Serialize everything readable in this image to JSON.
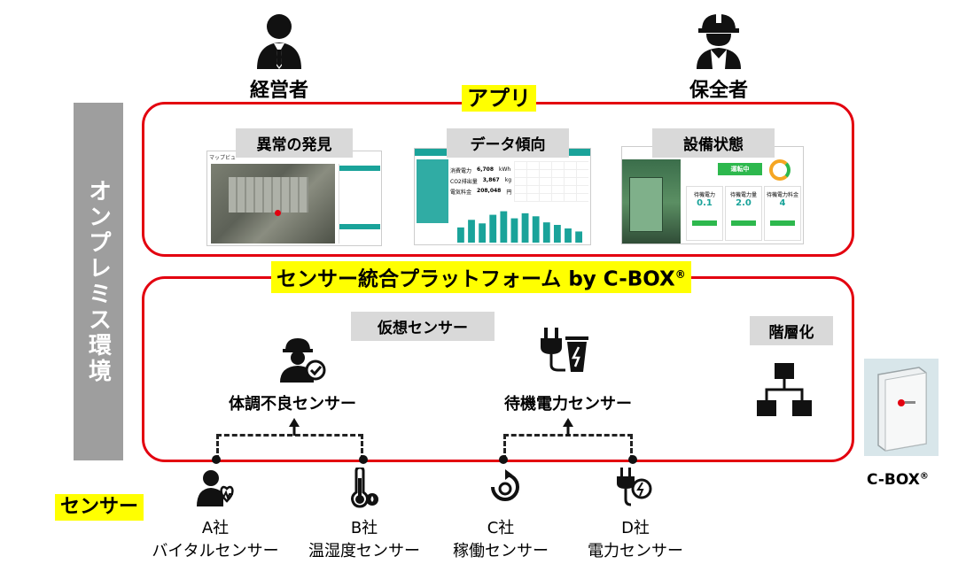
{
  "roles": {
    "executive": "経営者",
    "maintenance": "保全者"
  },
  "side_label": "オンプレミス環境",
  "app": {
    "title": "アプリ",
    "features": [
      "異常の発見",
      "データ傾向",
      "設備状態"
    ],
    "shot1": {
      "title": "マップビュー"
    },
    "shot2": {
      "rows": [
        {
          "label": "消費電力",
          "value": "6,708",
          "unit": "kWh"
        },
        {
          "label": "CO2排出量",
          "value": "3,867",
          "unit": "kg"
        },
        {
          "label": "電気料金",
          "value": "208,048",
          "unit": "円"
        }
      ]
    },
    "shot3": {
      "status": "運転中",
      "panels": [
        {
          "title": "待機電力",
          "value": "0.1"
        },
        {
          "title": "待機電力量",
          "value": "2.0"
        },
        {
          "title": "待機電力料金",
          "value": "4"
        }
      ]
    }
  },
  "platform": {
    "title": "センサー統合プラットフォーム by C-BOX",
    "reg": "®",
    "virtual_sensor": "仮想センサー",
    "hierarchy": "階層化",
    "sensors": [
      "体調不良センサー",
      "待機電力センサー"
    ]
  },
  "sensor_heading": "センサー",
  "sensors": [
    {
      "company": "A社",
      "name": "バイタルセンサー"
    },
    {
      "company": "B社",
      "name": "温湿度センサー"
    },
    {
      "company": "C社",
      "name": "稼働センサー"
    },
    {
      "company": "D社",
      "name": "電力センサー"
    }
  ],
  "cbox": {
    "label": "C-BOX",
    "reg": "®"
  },
  "chart_bars": [
    30,
    45,
    38,
    55,
    62,
    48,
    58,
    52,
    40,
    35,
    28,
    22
  ],
  "colors": {
    "red": "#e3000f",
    "teal": "#1aa39a",
    "green": "#2db84d",
    "yellow": "#ffff00"
  }
}
